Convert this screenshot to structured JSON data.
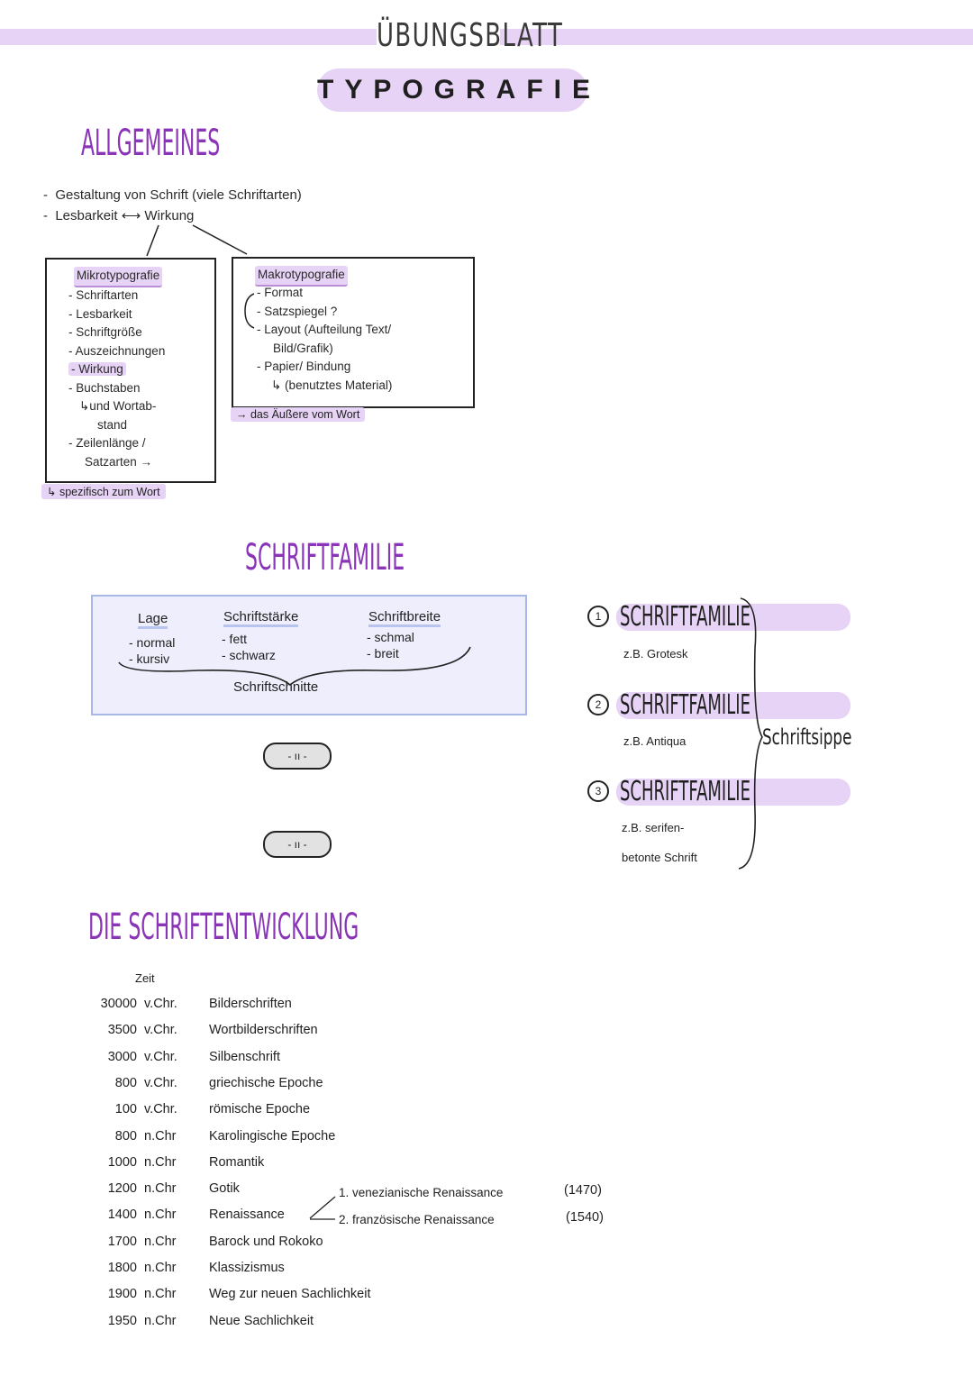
{
  "header": {
    "title": "ÜBUNGSBLATT",
    "subtitle": "TYPOGRAFIE"
  },
  "allgemeines": {
    "heading": "ALLGEMEINES",
    "bullets": [
      "Gestaltung von Schrift (viele Schriftarten)",
      "Lesbarkeit ⟷ Wirkung"
    ],
    "micro": {
      "title": "Mikrotypografie",
      "items": [
        "- Schriftarten",
        "- Lesbarkeit",
        "- Schriftgröße",
        "- Auszeichnungen",
        "- Wirkung",
        "- Buchstaben",
        "↳und Wortab-",
        "stand",
        "- Zeilenlänge /",
        "Satzarten →"
      ],
      "note": "↳ spezifisch zum Wort"
    },
    "macro": {
      "title": "Makrotypografie",
      "items": [
        "- Format",
        "- Satzspiegel ?",
        "- Layout (Aufteilung Text/",
        "Bild/Grafik)",
        "- Papier/ Bindung",
        "↳ (benutztes Material)"
      ],
      "note": "→ das Äußere vom Wort"
    }
  },
  "schriftfamilie": {
    "heading": "SCHRIFTFAMILIE",
    "columns": [
      {
        "title": "Lage",
        "items": [
          "- normal",
          "- kursiv"
        ]
      },
      {
        "title": "Schriftstärke",
        "items": [
          "- fett",
          "- schwarz"
        ]
      },
      {
        "title": "Schriftbreite",
        "items": [
          "- schmal",
          "- breit"
        ]
      }
    ],
    "brace_label": "Schriftschnitte",
    "ditto1": "- ıı -",
    "ditto2": "- ıı -",
    "families": [
      {
        "num": "1",
        "label": "SCHRIFTFAMILIE",
        "example": "z.B. Grotesk"
      },
      {
        "num": "2",
        "label": "SCHRIFTFAMILIE",
        "example": "z.B. Antiqua"
      },
      {
        "num": "3",
        "label": "SCHRIFTFAMILIE",
        "example": "z.B. serifen-",
        "example2": "betonte Schrift"
      }
    ],
    "sippe": "Schriftsippe"
  },
  "entwicklung": {
    "heading": "DIE SCHRIFTENTWICKLUNG",
    "col_label": "Zeit",
    "rows": [
      {
        "year": "30000",
        "era": "v.Chr.",
        "event": "Bilderschriften"
      },
      {
        "year": "3500",
        "era": "v.Chr.",
        "event": "Wortbilderschriften"
      },
      {
        "year": "3000",
        "era": "v.Chr.",
        "event": "Silbenschrift"
      },
      {
        "year": "800",
        "era": "v.Chr.",
        "event": "griechische Epoche"
      },
      {
        "year": "100",
        "era": "v.Chr.",
        "event": "römische Epoche"
      },
      {
        "year": "800",
        "era": "n.Chr",
        "event": "Karolingische Epoche"
      },
      {
        "year": "1000",
        "era": "n.Chr",
        "event": "Romantik"
      },
      {
        "year": "1200",
        "era": "n.Chr",
        "event": "Gotik"
      },
      {
        "year": "1400",
        "era": "n.Chr",
        "event": "Renaissance"
      },
      {
        "year": "1700",
        "era": "n.Chr",
        "event": "Barock und Rokoko"
      },
      {
        "year": "1800",
        "era": "n.Chr",
        "event": "Klassizismus"
      },
      {
        "year": "1900",
        "era": "n.Chr",
        "event": "Weg zur neuen Sachlichkeit"
      },
      {
        "year": "1950",
        "era": "n.Chr",
        "event": "Neue Sachlichkeit"
      }
    ],
    "renaissance_1": "1. venezianische Renaissance",
    "renaissance_1_year": "(1470)",
    "renaissance_2": "2. französische Renaissance",
    "renaissance_2_year": "(1540)"
  }
}
